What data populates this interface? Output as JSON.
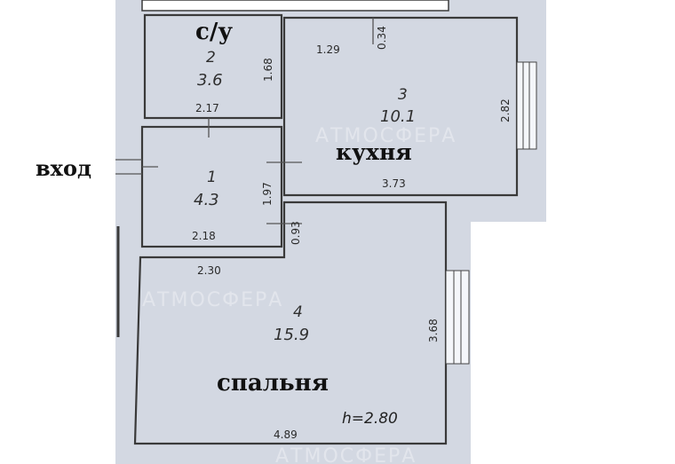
{
  "labels": {
    "bathroom": "с/у",
    "entrance": "вход",
    "kitchen": "кухня",
    "bedroom": "спальня"
  },
  "rooms": [
    {
      "number": "2",
      "area": "3.6"
    },
    {
      "number": "3",
      "area": "10.1"
    },
    {
      "number": "1",
      "area": "4.3"
    },
    {
      "number": "4",
      "area": "15.9"
    }
  ],
  "dimensions": {
    "bath_height": "1.68",
    "bath_width": "2.17",
    "kitchen_top_left": "1.29",
    "kitchen_top_small": "0.34",
    "kitchen_height": "2.82",
    "kitchen_width": "3.73",
    "hall_height": "1.97",
    "hall_width": "2.18",
    "hall_small": "0.93",
    "bedroom_top": "2.30",
    "bedroom_height": "3.68",
    "bedroom_width": "4.89"
  },
  "ceiling_height": "h=2.80",
  "watermark": "АТМОСФЕРА",
  "colors": {
    "background": "#ffffff",
    "plan_fill": "#d4d9e3",
    "room_fill": "#dfe3ec",
    "wall": "#3a3a3a"
  }
}
